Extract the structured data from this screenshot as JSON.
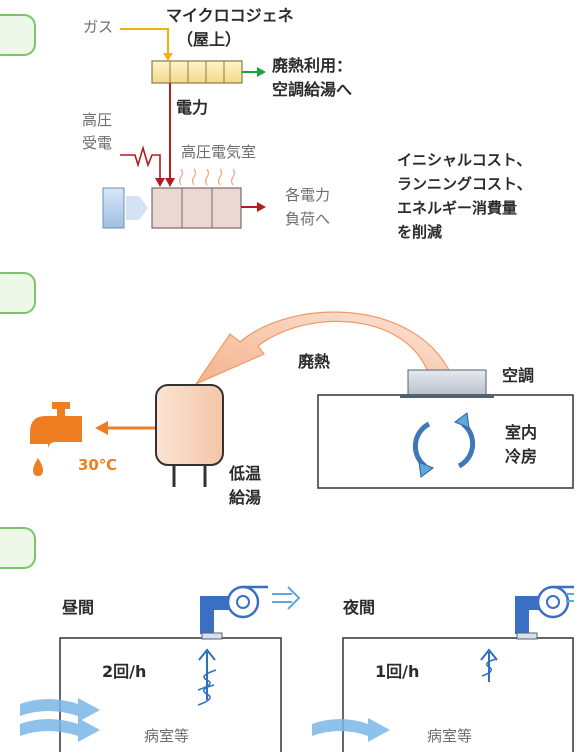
{
  "colors": {
    "gas": "#f0b400",
    "power": "#b01e1e",
    "heat_green": "#19a33a",
    "accent_orange": "#ef7d22",
    "fan_blue": "#3a6fc4",
    "air_blue": "#5ea8df",
    "tab_green": "#7dc36b",
    "dark_text": "#2b2b2b"
  },
  "section1": {
    "gas_label": "ガス",
    "cogen_label_line1": "マイクロコジェネ",
    "cogen_label_line2": "（屋上）",
    "heat_use_line1": "廃熱利用：",
    "heat_use_line2": "空調給湯へ",
    "power_label": "電力",
    "hv_receive_line1": "高圧",
    "hv_receive_line2": "受電",
    "hv_room_label": "高圧電気室",
    "loads_line1": "各電力",
    "loads_line2": "負荷へ",
    "benefit_lines": [
      "イニシャルコスト、",
      "ランニングコスト、",
      "エネルギー消費量",
      "を削減"
    ]
  },
  "section2": {
    "waste_heat_label": "廃熱",
    "ac_label": "空調",
    "room_label_line1": "室内",
    "room_label_line2": "冷房",
    "hot_water_line1": "低温",
    "hot_water_line2": "給湯",
    "temperature_label": "30℃"
  },
  "section3": {
    "day_label": "昼間",
    "night_label": "夜間",
    "day_rate": "2回/h",
    "night_rate": "1回/h",
    "room_label_day": "病室等",
    "room_label_night": "病室等"
  }
}
